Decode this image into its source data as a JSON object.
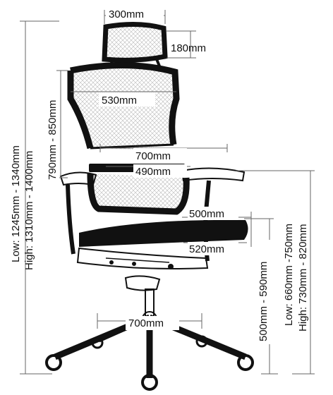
{
  "diagram": {
    "headrest_width": "300mm",
    "headrest_height": "180mm",
    "back_width": "530mm",
    "back_height": "790mm - 850mm",
    "overall_width": "700mm",
    "inner_width": "490mm",
    "seat_depth": "500mm",
    "seat_width": "520mm",
    "base_width": "700mm",
    "total_height_low": "Low: 1245mm - 1340mm",
    "total_height_high": "High: 1310mm - 1400mm",
    "seat_height": "500mm - 590mm",
    "arm_height_low": "Low: 660mm -750mm",
    "arm_height_high": "High: 730mm - 820mm"
  }
}
